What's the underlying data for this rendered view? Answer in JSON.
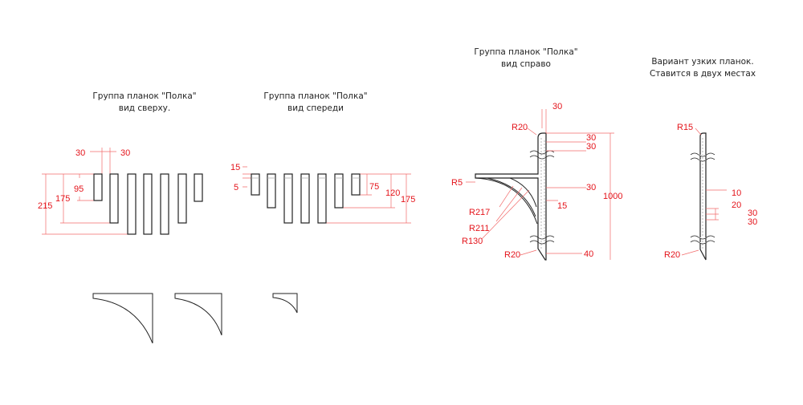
{
  "views": {
    "top": {
      "title": "Группа планок \"Полка\"",
      "subtitle": "вид сверху.",
      "dims": [
        "30",
        "30",
        "215",
        "175",
        "95"
      ]
    },
    "front": {
      "title": "Группа планок \"Полка\"",
      "subtitle": "вид спереди",
      "dims": [
        "15",
        "5",
        "75",
        "120",
        "175"
      ]
    },
    "side": {
      "title": "Группа планок \"Полка\"",
      "subtitle": "вид справо",
      "dims": [
        "30",
        "R20",
        "30",
        "30",
        "R5",
        "30",
        "1000",
        "15",
        "R217",
        "R211",
        "R130",
        "R20",
        "40"
      ]
    },
    "narrow": {
      "title": "Вариант узких планок.",
      "subtitle": "Ставится в двух местах",
      "dims": [
        "R15",
        "10",
        "20",
        "30",
        "30",
        "R20"
      ]
    }
  },
  "colors": {
    "dimension": "#e4141b",
    "outline": "#222222"
  }
}
